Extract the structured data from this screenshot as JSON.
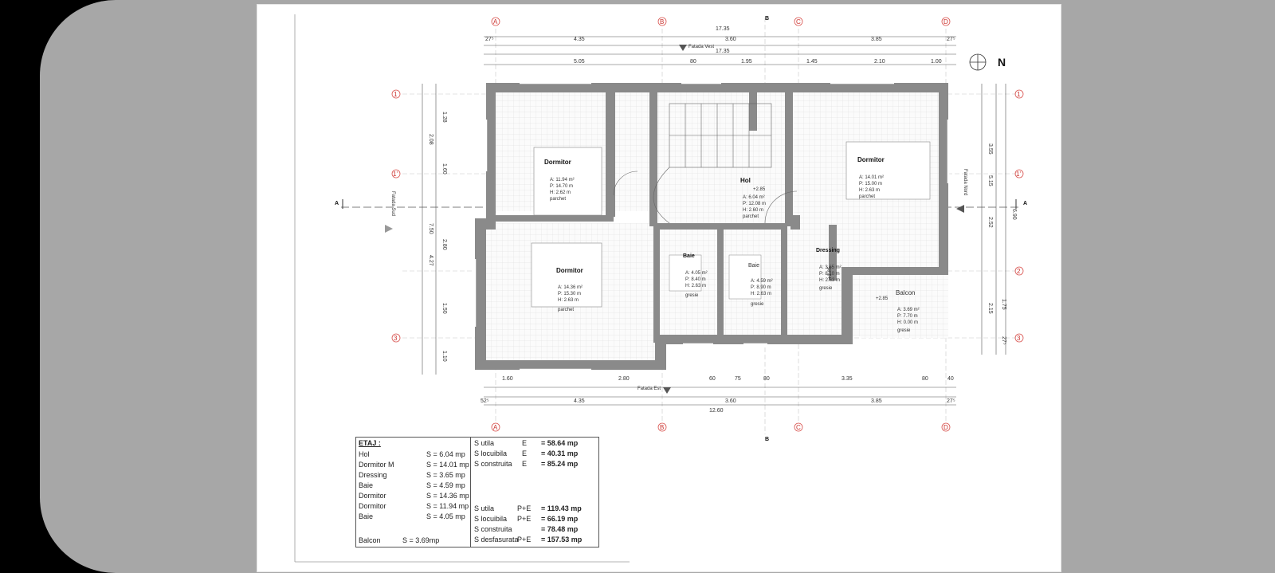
{
  "axes": {
    "columns": [
      "A",
      "B",
      "C",
      "D"
    ],
    "rows": [
      "1",
      "1'",
      "2",
      "3"
    ]
  },
  "dimensions": {
    "top_total": "17.35",
    "top_total_2": "17.35",
    "top_row1": [
      "27⁵",
      "4.35",
      "3.60",
      "3.85",
      "27⁵"
    ],
    "top_row2": [
      "5.05",
      "80",
      "1.95",
      "1.45",
      "2.10",
      "1.00"
    ],
    "bottom_row1": [
      "1.60",
      "2.80",
      "60",
      "75",
      "80",
      "3.35",
      "80",
      "40"
    ],
    "bottom_row2": [
      "52⁵",
      "4.35",
      "3.60",
      "3.85",
      "27⁵"
    ],
    "bottom_total": "12.60",
    "left": [
      "1.28",
      "2.08",
      "1.60",
      "7.50",
      "2.80",
      "4.27",
      "1.50",
      "1.10"
    ],
    "right": [
      "3.55",
      "5.15",
      "6.90",
      "2.52",
      "1.75",
      "2.15",
      "27⁵"
    ]
  },
  "section_labels": {
    "a_left": "A",
    "a_right": "A",
    "b_top": "B",
    "b_bottom": "B"
  },
  "facades": {
    "vest": "Fatada Vest",
    "est": "Fatada Est",
    "sud": "Fatada Sud",
    "nord": "Fatada Nord"
  },
  "north": "N",
  "rooms": [
    {
      "name": "Dormitor",
      "a": "A: 11.94 m²",
      "p": "P: 14.70 m",
      "h": "H: 2.62 m",
      "floor": "parchet"
    },
    {
      "name": "Hol",
      "a": "A: 6.04 m²",
      "p": "P: 12.08 m",
      "h": "H: 2.60 m",
      "floor": "parchet"
    },
    {
      "name": "Dormitor",
      "a": "A: 14.01 m²",
      "p": "P: 15.00 m",
      "h": "H: 2.63 m",
      "floor": "parchet"
    },
    {
      "name": "Dormitor",
      "a": "A: 14.36 m²",
      "p": "P: 15.30 m",
      "h": "H: 2.63 m",
      "floor": "parchet"
    },
    {
      "name": "Baie",
      "a": "A: 4.05 m²",
      "p": "P: 8.40 m",
      "h": "H: 2.63 m",
      "floor": "gresie"
    },
    {
      "name": "Baie",
      "a": "A: 4.59 m²",
      "p": "P: 8.90 m",
      "h": "H: 2.63 m",
      "floor": "gresie"
    },
    {
      "name": "Dressing",
      "a": "A: 3.65 m²",
      "p": "P: 8.10 m",
      "h": "H: 2.63 m",
      "floor": "gresie"
    },
    {
      "name": "Balcon",
      "a": "A: 3.69 m²",
      "p": "P: 7.70 m",
      "h": "H: 0.00 m",
      "floor": "gresie"
    }
  ],
  "levels": [
    "+2.85",
    "+2.85",
    "+2.85"
  ],
  "legend": {
    "title": "ETAJ :",
    "items": [
      {
        "name": "Hol",
        "value": "S =  6.04 mp"
      },
      {
        "name": "Dormitor M",
        "value": "S = 14.01 mp"
      },
      {
        "name": "Dressing",
        "value": "S =  3.65 mp"
      },
      {
        "name": "Baie",
        "value": "S =  4.59 mp"
      },
      {
        "name": "Dormitor",
        "value": "S = 14.36 mp"
      },
      {
        "name": "Dormitor",
        "value": "S = 11.94 mp"
      },
      {
        "name": "Baie",
        "value": "S =  4.05 mp"
      },
      {
        "name": "Balcon",
        "value": "S = 3.69mp"
      }
    ],
    "totals_e": [
      {
        "label": "S utila",
        "level": "E",
        "value": "= 58.64 mp"
      },
      {
        "label": "S locuibila",
        "level": "E",
        "value": "= 40.31 mp"
      },
      {
        "label": "S construita",
        "level": "E",
        "value": "= 85.24 mp"
      }
    ],
    "totals_pe": [
      {
        "label": "S utila",
        "level": "P+E",
        "value": "= 119.43 mp"
      },
      {
        "label": "S locuibila",
        "level": "P+E",
        "value": "= 66.19 mp"
      },
      {
        "label": "S construita",
        "level": "",
        "value": "= 78.48 mp"
      },
      {
        "label": "S desfasurata",
        "level": "P+E",
        "value": "= 157.53 mp"
      }
    ]
  }
}
